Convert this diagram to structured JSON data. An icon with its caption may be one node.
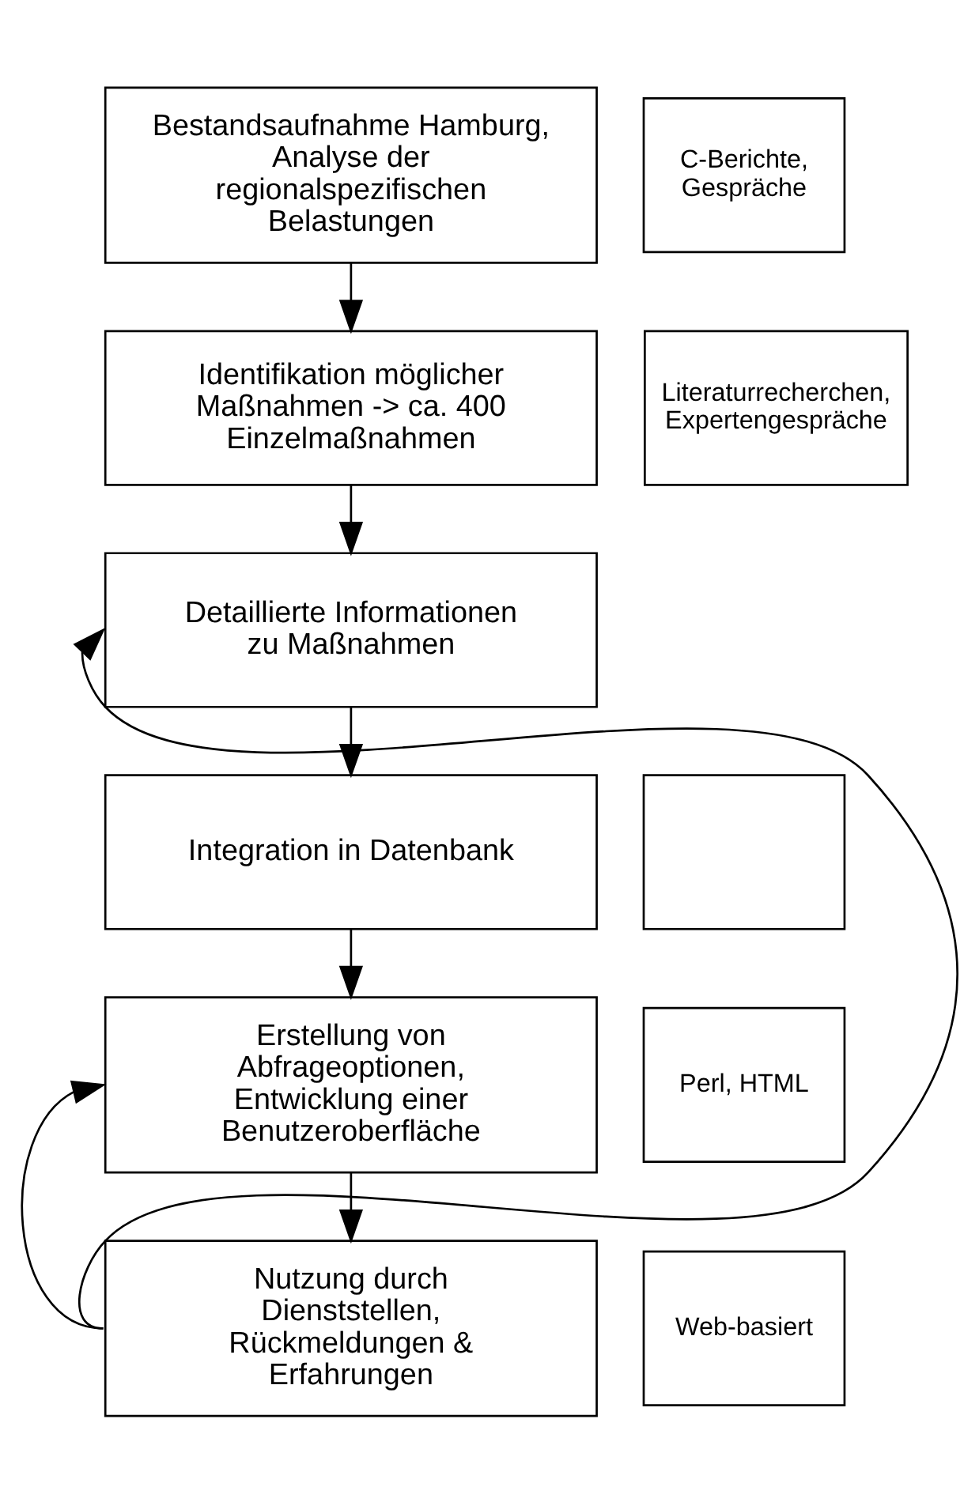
{
  "diagram": {
    "nodes": [
      {
        "text": [
          "Bestandsaufnahme Hamburg, Analyse der regionalspezifischen Belastungen"
        ]
      },
      {
        "text": [
          "C-Berichte, Gespräche"
        ]
      },
      {
        "text": [
          "Identifikation möglicher Maßnahmen -> ca. 400 Einzelmaßnahmen"
        ]
      },
      {
        "text": [
          "Literaturrecherchen, Expertengespräche"
        ]
      },
      {
        "text": [
          "Detaillierte Informationen zu Maßnahmen"
        ]
      },
      {
        "text": [
          "Integration in Datenbank"
        ]
      },
      {
        "text": [],
        "shape": "box"
      },
      {
        "text": [
          "Erstellung von Abfrageoptionen, Entwicklung einer Benutzeroberfläche"
        ]
      },
      {
        "text": [
          "Perl, HTML"
        ]
      },
      {
        "text": [
          "Nutzung durch Dienststellen, Rückmeldungen & Erfahrungen"
        ]
      },
      {
        "text": [
          "Web-basiert"
        ]
      }
    ],
    "edges": [
      {
        "from": 0,
        "to": 2,
        "arrow": "to"
      },
      {
        "from": 2,
        "to": 4,
        "arrow": "to"
      },
      {
        "from": 4,
        "to": 5,
        "arrow": "to"
      },
      {
        "from": 5,
        "to": 7,
        "arrow": "to"
      },
      {
        "from": 7,
        "to": 9,
        "arrow": "to"
      },
      {
        "from": 9,
        "to": 4,
        "arrow": "to"
      },
      {
        "from": 9,
        "to": 7,
        "arrow": "to"
      }
    ]
  }
}
